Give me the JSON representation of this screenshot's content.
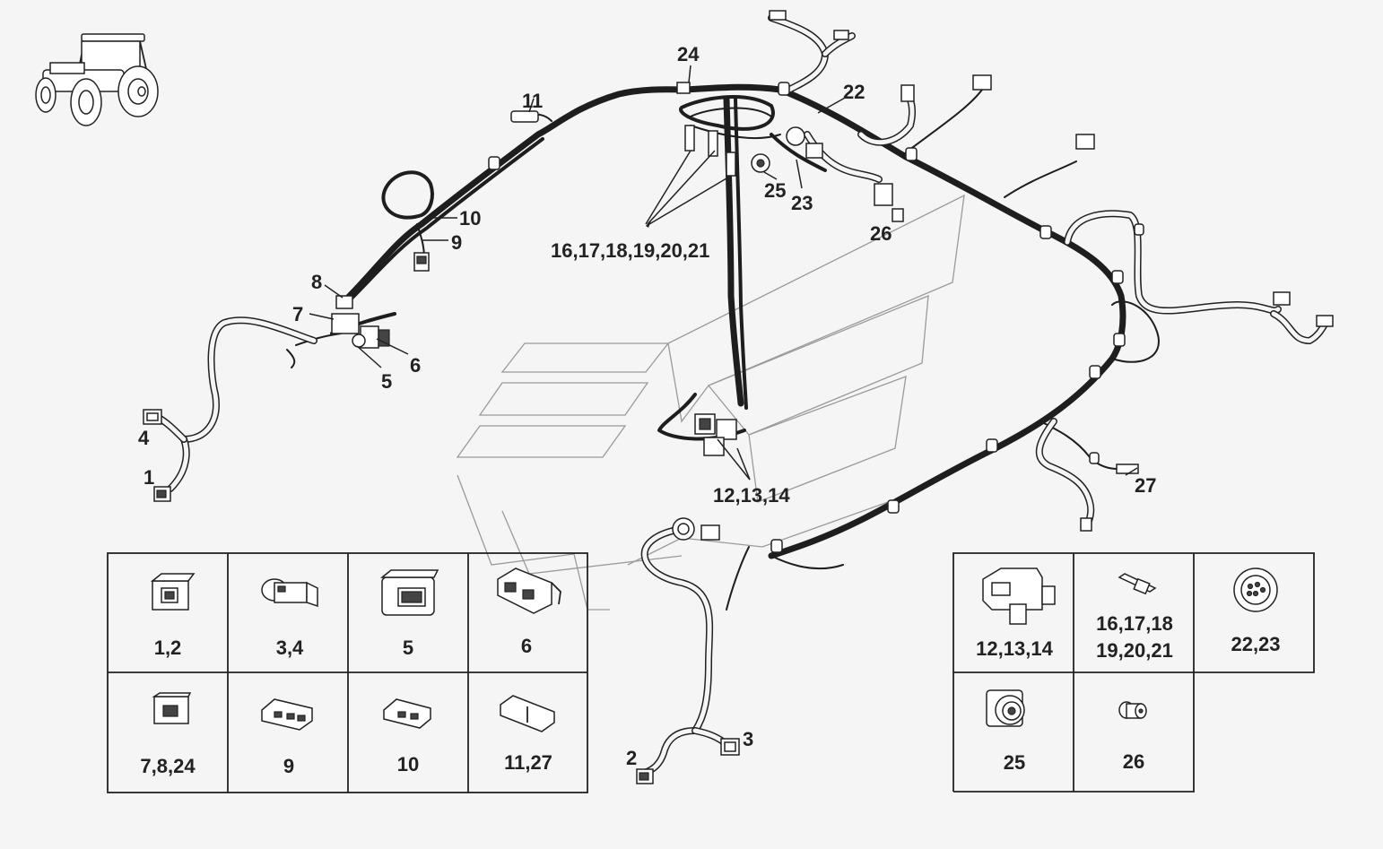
{
  "callouts": {
    "c1": "1",
    "c2": "2",
    "c3": "3",
    "c4": "4",
    "c5": "5",
    "c6": "6",
    "c7": "7",
    "c8": "8",
    "c9": "9",
    "c10": "10",
    "c11": "11",
    "c12": "12,13,14",
    "c16": "16,17,18,19,20,21",
    "c22": "22",
    "c23": "23",
    "c24": "24",
    "c25": "25",
    "c26": "26",
    "c27": "27"
  },
  "legend_left": [
    {
      "caption": "1,2",
      "icon": "connector-2pin-icon"
    },
    {
      "caption": "3,4",
      "icon": "connector-round-icon"
    },
    {
      "caption": "5",
      "icon": "connector-multi-icon"
    },
    {
      "caption": "6",
      "icon": "connector-block-icon"
    },
    {
      "caption": "7,8,24",
      "icon": "connector-small-icon"
    },
    {
      "caption": "9",
      "icon": "connector-flat-icon"
    },
    {
      "caption": "10",
      "icon": "connector-flat-small-icon"
    },
    {
      "caption": "11,27",
      "icon": "connector-bar-icon"
    }
  ],
  "legend_right": [
    {
      "caption1": "12,13,14",
      "caption2": "",
      "icon": "relay-connector-icon"
    },
    {
      "caption1": "16,17,18",
      "caption2": "19,20,21",
      "icon": "terminal-pin-icon"
    },
    {
      "caption1": "22,23",
      "caption2": "",
      "icon": "circular-connector-icon"
    },
    {
      "caption1": "25",
      "caption2": "",
      "icon": "flange-connector-icon"
    },
    {
      "caption1": "26",
      "caption2": "",
      "icon": "plug-connector-icon"
    }
  ]
}
